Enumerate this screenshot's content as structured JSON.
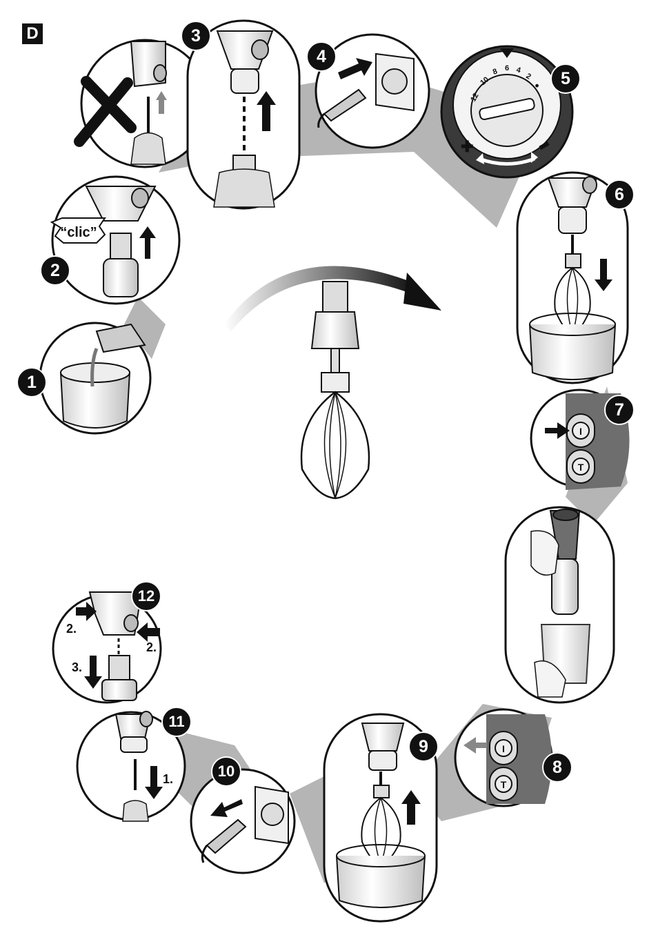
{
  "section": {
    "label": "D"
  },
  "steps": [
    {
      "number": "1"
    },
    {
      "number": "2",
      "sound_text": "“clic”"
    },
    {
      "number": "3"
    },
    {
      "number": "4"
    },
    {
      "number": "5",
      "dial_ticks": [
        "12",
        "10",
        "8",
        "6",
        "4",
        "2",
        "●"
      ]
    },
    {
      "number": "6"
    },
    {
      "number": "7",
      "button_on": "I",
      "button_turbo": "T"
    },
    {
      "number": "8",
      "button_on": "I",
      "button_turbo": "T"
    },
    {
      "number": "9"
    },
    {
      "number": "10"
    },
    {
      "number": "11",
      "label_1": "1."
    },
    {
      "number": "12",
      "label_2a": "2.",
      "label_2b": "2.",
      "label_3": "3."
    }
  ],
  "colors": {
    "ink": "#111111",
    "shadow": "#9a9a9a",
    "dial_dark": "#3a3a3a",
    "handle": "#6e6e6e"
  }
}
